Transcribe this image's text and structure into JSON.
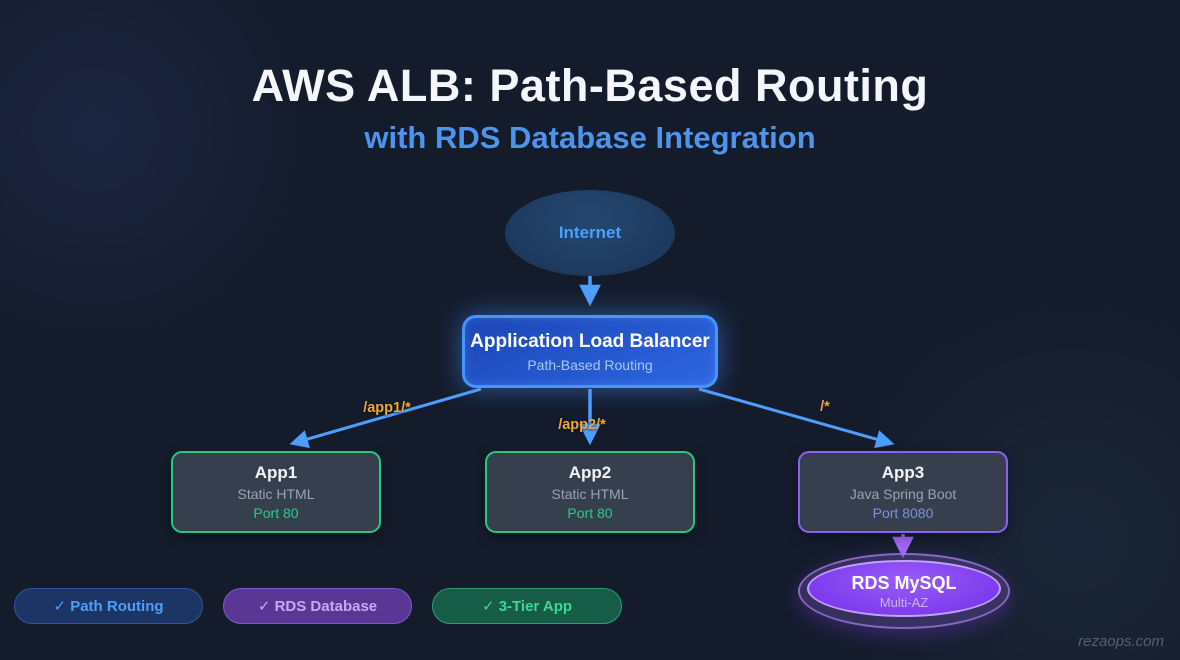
{
  "title": {
    "main": "AWS ALB: Path-Based Routing",
    "subtitle": "with RDS Database Integration"
  },
  "nodes": {
    "internet": {
      "label": "Internet"
    },
    "alb": {
      "title": "Application Load Balancer",
      "subtitle": "Path-Based Routing"
    },
    "apps": [
      {
        "name": "App1",
        "stack": "Static HTML",
        "port": "Port 80",
        "accent": "#2dc57f",
        "port_color": "#2bcc85"
      },
      {
        "name": "App2",
        "stack": "Static HTML",
        "port": "Port 80",
        "accent": "#2dc57f",
        "port_color": "#2bcc85"
      },
      {
        "name": "App3",
        "stack": "Java Spring Boot",
        "port": "Port 8080",
        "accent": "#8d5ff2",
        "port_color": "#7e90d8"
      }
    ],
    "database": {
      "title": "RDS MySQL",
      "subtitle": "Multi-AZ"
    }
  },
  "routes": [
    {
      "label": "/app1/*"
    },
    {
      "label": "/app2/*"
    },
    {
      "label": "/*"
    }
  ],
  "badges": [
    {
      "label": "✓ Path Routing",
      "bg": "#1c3564",
      "border": "#33549b",
      "text": "#4d9ff7"
    },
    {
      "label": "✓ RDS Database",
      "bg": "#5a3795",
      "border": "#7e57cb",
      "text": "#caa7f5"
    },
    {
      "label": "✓ 3-Tier App",
      "bg": "#175c47",
      "border": "#2b9e72",
      "text": "#3cd895"
    }
  ],
  "watermark": "rezaops.com",
  "colors": {
    "background": "#141c2c",
    "connector_blue": "#4d9fff",
    "connector_purple": "#a36bf8",
    "route_label": "#f1a83a",
    "title_white": "#f4f6f9",
    "subtitle_blue": "#4d94ec",
    "alb_fill": "#2558cf",
    "alb_border": "#4496fa",
    "app_fill": "#38414f",
    "rds_fill": "#7c3aed"
  }
}
